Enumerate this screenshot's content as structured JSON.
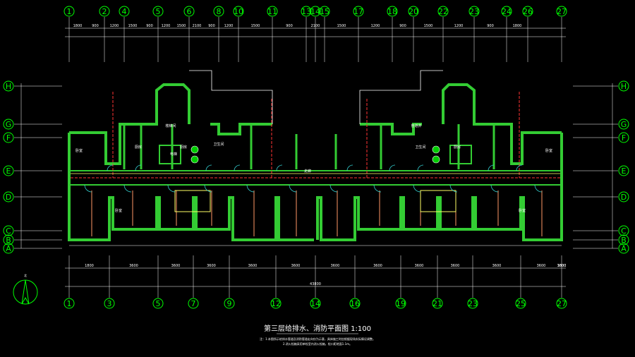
{
  "top_axes": [
    "1",
    "2",
    "4",
    "5",
    "6",
    "8",
    "10",
    "11",
    "13",
    "14",
    "15",
    "17",
    "18",
    "20",
    "22",
    "23",
    "24",
    "26",
    "27"
  ],
  "bottom_axes": [
    "1",
    "3",
    "5",
    "7",
    "9",
    "12",
    "14",
    "16",
    "19",
    "21",
    "23",
    "25",
    "27"
  ],
  "side_axes": [
    "H",
    "G",
    "F",
    "E",
    "D",
    "C",
    "B",
    "A"
  ],
  "top_dims": [
    "1800",
    "900",
    "1200",
    "1500",
    "900",
    "1200",
    "1500",
    "2100",
    "900",
    "1200",
    "1500",
    "900",
    "2100",
    "1500",
    "1200",
    "900",
    "1500",
    "1200",
    "900",
    "1800"
  ],
  "bottom_dims": [
    "1800",
    "3600",
    "3600",
    "3600",
    "3600",
    "3600",
    "3600",
    "3600",
    "3600",
    "3600",
    "3600",
    "3600",
    "3600",
    "1800"
  ],
  "total_dim": "43800",
  "drawing_title": "第三层给排水、消防平面图 1:100",
  "notes": [
    "注：1.本图所示给排水管道及消防管道走向仅为示意，具体施工时应根据现场实际情况调整。",
    "2.消火栓箱采用单栓室内消火栓箱，栓口距地面1.1m。"
  ],
  "rooms": [
    "卧室",
    "卧室",
    "厨房",
    "厨房",
    "卫生间",
    "走廊",
    "楼梯间",
    "电梯",
    "管道井",
    "卫生间",
    "厨房",
    "卧室",
    "卧室"
  ],
  "colors": {
    "wall": "#33cc33",
    "axis": "#00ff00",
    "dim": "#ffffff",
    "fire_pipe": "#ff3333",
    "water_pipe": "#ffff66",
    "door": "#33cccc",
    "partition": "#ff9966"
  },
  "north_arrow_label": "北"
}
